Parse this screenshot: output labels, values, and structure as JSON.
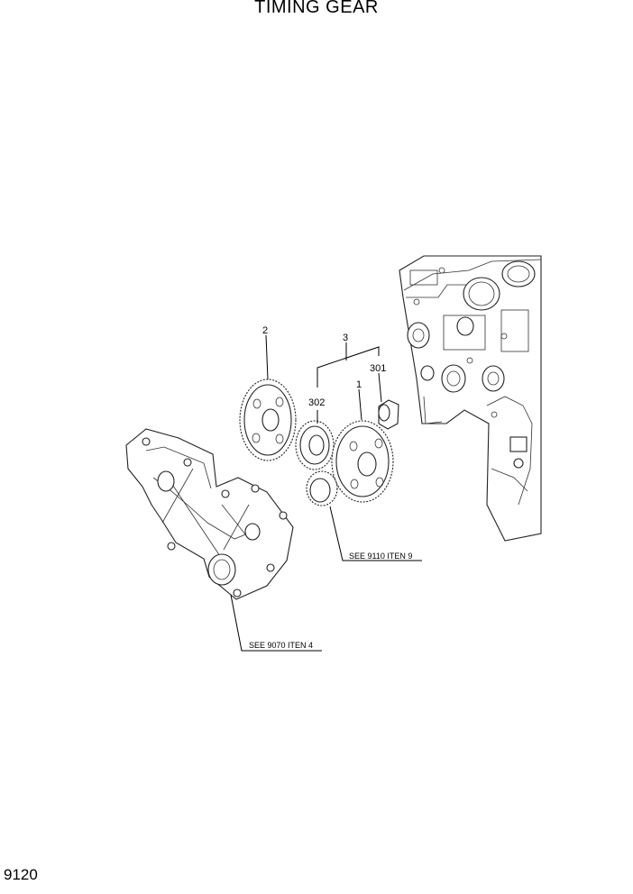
{
  "title": "TIMING GEAR",
  "page_number": "9120",
  "callouts": {
    "c1": "1",
    "c2": "2",
    "c3": "3",
    "c301": "301",
    "c302": "302",
    "ref_9110": "SEE 9110 ITEN 9",
    "ref_9070": "SEE 9070 ITEN 4"
  }
}
